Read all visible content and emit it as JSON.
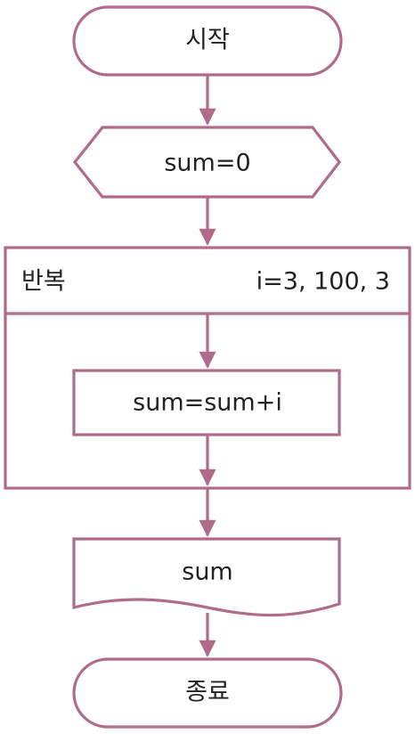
{
  "flowchart": {
    "start": {
      "label": "시작"
    },
    "init": {
      "label": "sum=0"
    },
    "loop": {
      "label": "반복",
      "range": "i=3, 100, 3"
    },
    "process": {
      "label": "sum=sum+i"
    },
    "output": {
      "label": "sum"
    },
    "end": {
      "label": "종료"
    }
  },
  "colors": {
    "stroke": "#b06b8a",
    "text": "#222222",
    "background": "#ffffff"
  }
}
